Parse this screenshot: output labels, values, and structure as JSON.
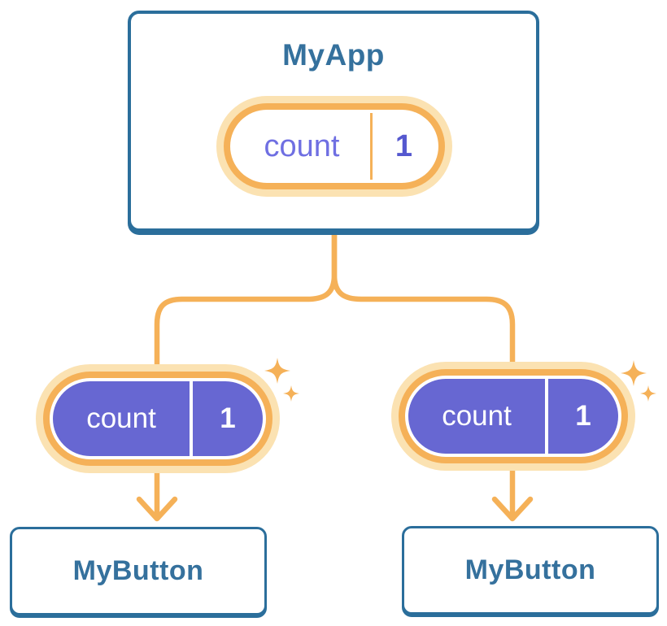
{
  "colors": {
    "blue-border": "#2B6E9B",
    "blue-text": "#35719D",
    "orange": "#F5B158",
    "orange-glow": "#FBE2B2",
    "purple-fill": "#6767D2",
    "purple-text": "#6F6FE2",
    "purple-value": "#5558CF",
    "card-bg": "#FFFFFF"
  },
  "tree": {
    "root": {
      "title": "MyApp",
      "state": {
        "name": "count",
        "value": "1"
      }
    },
    "children": [
      {
        "title": "MyButton",
        "state": {
          "name": "count",
          "value": "1"
        }
      },
      {
        "title": "MyButton",
        "state": {
          "name": "count",
          "value": "1"
        }
      }
    ]
  }
}
